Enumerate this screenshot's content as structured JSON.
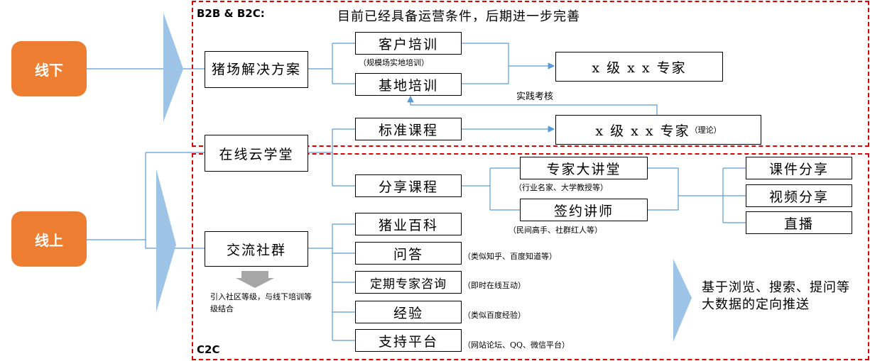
{
  "offline": "线下",
  "online": "线上",
  "b2b": {
    "label": "B2B & B2C:",
    "desc": "目前已经具备运营条件，后期进一步完善"
  },
  "c2c": {
    "label": "C2C"
  },
  "pig_solution": "猪场解决方案",
  "customer_training": {
    "label": "客户培训",
    "note": "（规模场实地培训）"
  },
  "base_training": "基地培训",
  "expert1": "x 级 x x 专家",
  "practice_exam": "实践考核",
  "online_academy": "在线云学堂",
  "standard_course": "标准课程",
  "expert2": {
    "label": "x 级 x x 专家",
    "note": "（理论）"
  },
  "share_course": "分享课程",
  "expert_lecture": {
    "label": "专家大讲堂",
    "note": "（行业名家、大学教授等）"
  },
  "signed_lecturer": {
    "label": "签约讲师",
    "note": "（民间高手、社群红人等）"
  },
  "courseware_share": "课件分享",
  "video_share": "视频分享",
  "live": "直播",
  "community": "交流社群",
  "community_note": "引入社区等级，与线下培训等级结合",
  "pig_wiki": "猪业百科",
  "qa": {
    "label": "问答",
    "note": "（类似知乎、百度知道等）"
  },
  "expert_consult": {
    "label": "定期专家咨询",
    "note": "（即时在线互动）"
  },
  "experience": {
    "label": "经验",
    "note": "（类似百度经验）"
  },
  "support_platform": {
    "label": "支持平台",
    "note": "（网站论坛、QQ、微信平台）"
  },
  "big_data": "基于浏览、搜索、提问等大数据的定向推送",
  "colors": {
    "orange": "#ED7D31",
    "arrow": "#9DC3E6",
    "line": "#5B9BD5",
    "dash": "#E00000"
  }
}
